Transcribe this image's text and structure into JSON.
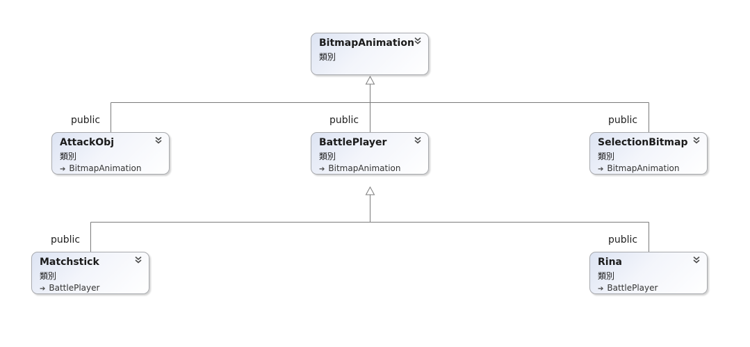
{
  "kind_label": "類別",
  "inherit_glyph": "➔",
  "classes": [
    {
      "name": "BitmapAnimation",
      "kind": "類別"
    },
    {
      "name": "AttackObj",
      "kind": "類別",
      "base": "BitmapAnimation"
    },
    {
      "name": "BattlePlayer",
      "kind": "類別",
      "base": "BitmapAnimation"
    },
    {
      "name": "SelectionBitmap",
      "kind": "類別",
      "base": "BitmapAnimation"
    },
    {
      "name": "Matchstick",
      "kind": "類別",
      "base": "BattlePlayer"
    },
    {
      "name": "Rina",
      "kind": "類別",
      "base": "BattlePlayer"
    }
  ],
  "edge_labels": [
    "public",
    "public",
    "public",
    "public",
    "public"
  ],
  "colors": {
    "line": "#7a7a7a",
    "box_border": "#a7a9ad",
    "gradient_start": "#dde4f3"
  },
  "icons": {
    "toggle": "double-chevron-down-icon",
    "inherit": "inheritance-arrow-icon"
  }
}
